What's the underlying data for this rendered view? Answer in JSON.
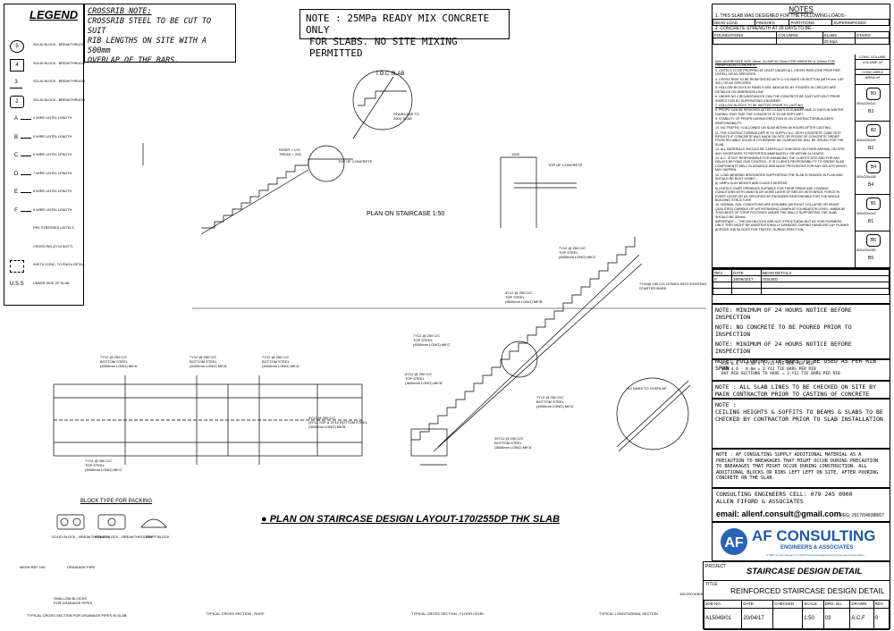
{
  "legend": {
    "title": "LEGEND",
    "items": [
      {
        "symbol": "5",
        "shape": "circle",
        "label": "SOLID BLOCK - BREAKTHRUGH"
      },
      {
        "symbol": "4",
        "shape": "square",
        "label": "SOLID BLOCK - BREAKTHRUGH"
      },
      {
        "symbol": "3",
        "shape": "triangle",
        "label": "SOLID BLOCK - BREAKTHRUGH"
      },
      {
        "symbol": "2",
        "shape": "hexagon",
        "label": "SOLID BLOCK - BREAKTHRUGH"
      },
      {
        "symbol": "A",
        "shape": "line",
        "label": "4 WIRE LINTEL LENGTH"
      },
      {
        "symbol": "B",
        "shape": "line",
        "label": "5 WIRE LINTEL LENGTH"
      },
      {
        "symbol": "C",
        "shape": "line",
        "label": "6 WIRE LINTEL LENGTH"
      },
      {
        "symbol": "D",
        "shape": "line",
        "label": "7 WIRE LINTEL LENGTH"
      },
      {
        "symbol": "E",
        "shape": "line",
        "label": "8 WIRE LINTEL LENGTH"
      },
      {
        "symbol": "F",
        "shape": "line",
        "label": "9 WIRE LINTEL LENGTH"
      },
      {
        "symbol": "",
        "shape": "dots",
        "label": "PRE STRESSED LINTELS"
      },
      {
        "symbol": "",
        "shape": "cross",
        "label": "CROSS RIB (2Y10 BOTT)"
      },
      {
        "symbol": "",
        "shape": "rect",
        "label": "INSITU CONC. TO ENG's DETAIL"
      },
      {
        "symbol": "U.S.S",
        "shape": "text",
        "label": "UNDER SIDE OF SLAB"
      }
    ]
  },
  "crossrib_note": {
    "title": "CROSSRIB NOTE:",
    "lines": [
      "CROSSRIB STEEL TO BE CUT TO SUIT",
      "RIB LENGTHS ON SITE WITH A 500mm",
      "OVERLAP OF THE BARS."
    ]
  },
  "concrete_note": {
    "lines": [
      "NOTE : 25MPa READY MIX CONCRETE ONLY",
      "FOR SLABS. NO SITE MIXING PERMITTED"
    ]
  },
  "plan_staircase": {
    "toc_label": "T.O.C SLAB",
    "staircase_label": "STAIRCASE TO\n200X SLAB",
    "top_concrete": "TOP OF CONCRETE",
    "riser": "RISER = 170\nTREAD = 250",
    "title": "PLAN ON STAIRCASE 1:50",
    "dim_1500": "1500"
  },
  "section_labels": [
    {
      "key": "a",
      "text": "7Y12 @ 250 C/C\nTOP STEEL\n(4500mm LONG) MK'C'"
    },
    {
      "key": "b",
      "text": "8Y12 @ 250 C/C\nTOP STEEL\n(3600mm LONG) MK'B'"
    },
    {
      "key": "c",
      "text": "7Y12 @ 250 C/C\nTOP STEEL\n(4500mm LONG) MK'C'"
    },
    {
      "key": "d",
      "text": "6Y12 @ 250 C/C\nTOP STEEL\n(3600mm LONG) MK'B'"
    },
    {
      "key": "e",
      "text": "7Y12 @ 250 C/C\nBOTTOM STEEL\n(4500mm LONG) MK'A'"
    },
    {
      "key": "f",
      "text": "20Y12 @ 250 C/C\nBOTTOM STEEL\n(3600mm LONG) MK'A'"
    },
    {
      "key": "g",
      "text": "7Y10@ 150 C/C DOWEL INTO EXISTING\nSTARTER BARS"
    },
    {
      "key": "h",
      "text": "Y12 BARS TO OVERLAP"
    }
  ],
  "plan_rebar_labels": [
    {
      "key": "p1",
      "text": "7Y12 @ 250 C/C\nBOTTOM STEEL\n(4500mm LONG) MK'A'"
    },
    {
      "key": "p2",
      "text": "7Y12 @ 250 C/C\nBOTTOM STEEL\n(4500mm LONG) MK'A'"
    },
    {
      "key": "p3",
      "text": "7Y12 @ 250 C/C\nBOTTOM STEEL\n(4500mm LONG) MK'A'"
    },
    {
      "key": "p4",
      "text": "3Y12 @ 250 C/C\n(4Y12 TOP & 3Y12 BOTTOM STEEL\n(3600mm LONG) MK'B'"
    },
    {
      "key": "p5",
      "text": "7Y12 @ 250 C/C\nTOP STEEL\n(4500mm LONG) MK'C'"
    }
  ],
  "block_type": {
    "title": "BLOCK TYPE FOR PACKING",
    "items": [
      "SOLID BLOCK - BREAKTHROUGH",
      "SOLID BLOCK - BREAKTHROUGH",
      "TRAFF BLOCK"
    ]
  },
  "main_title": "PLAN ON STAIRCASE DESIGN LAYOUT-170/255DP THK SLAB",
  "bottom_sections": [
    {
      "title": "TYPICAL CROSS SECTION FOR DRAINAGE PIPES IN SLAB",
      "labels": [
        "MESH REF 100",
        "DRAINAGE PIPE",
        "SHALLOW BLOCKS\nFOR DRAINAGE PIPES"
      ]
    },
    {
      "title": "TYPICAL CROSS SECTION - ROOF",
      "labels": []
    },
    {
      "title": "TYPICAL CROSS SECTION - FLOOR LEVEL",
      "labels": []
    },
    {
      "title": "TYPICAL LONGITUDINAL SECTION",
      "labels": [
        "150-200 WIDE"
      ]
    }
  ],
  "notes": {
    "title": "NOTES",
    "items": [
      "1. THIS SLAB WAS DESIGNED FOR THE FOLLOWING LOADS:-",
      "2. CONCRETE STRENGTH AT 28 DAYS TO BE:-"
    ],
    "load_headers": [
      "DEAD LOAD",
      "FINISHES",
      "PARTITIONS",
      "SUPERIMPOSED"
    ],
    "strength_headers": [
      "FOUNDATIONS",
      "COLUMNS",
      "SLABS",
      "STAIRS"
    ],
    "strength_value": "25 Mpa",
    "body": [
      "MAX AGGREGATE SIZE 19mm, SLUMP 50-75mm FOR VIBRATED & 100mm FOR HANDPLACED CONCRETE.",
      "3. LINTELS TO BE PROPPED AT LEAST UNDER ALL CROSS RIBS (ONE PROP PER LINTEL) OR AS SPECIFIED",
      "4. CROSS RIBS TO BE REINFORCED WITH 2-Y10 BARS ON BOTTOM (WITH min. LAP 400 ) OR AS SPECIFIED.",
      "5. HOLLOW BLOCKS IN PANELS ARE INDICATED BY FIGURES IN CIRCLES ARE DETAILED ON DIMENSION LINE",
      "6. UNDER NO CIRCUMSTANCES CAN THE CONCRETE BE CAST WITHOUT PRIOR INSPECTION BY SUPERVISING ENGINEER.",
      "7. HOLLOW BLOCKS TO BE WETTED PRIOR TO CASTING.",
      "8. PROPS CAN BE REMOVED AFTER 14 DAYS IN SUMMER AND 21 DAYS IN WINTER DURING THAT TIME THE CONCRETE IS TO BE KEPT WET.",
      "9. STABILITY OF PROPS DURING ERECTION IS ON CONTRACTOR/BUILDERS RESPONSIBILITY.",
      "10. NO TRAFFIC IS ALLOWED ON SLAB WITHIN 48 HOURS AFTER CASTING.",
      "11. THE CONTRACTOR/BUILDER IS TO SUPPLY A.C. WITH CONCRETE CUBE TEST RESULTS IF CONCRETE WAS MADE ON SITE OR PROOF OF CONCRETE ORDER FROM RELIABLE SOURCE OTHERWISE NO GUARANTEE WILL BE ISSUED FOR THE SLAB.",
      "12. ALL MATERIALS SHOULD BE CAREFULLY CHECKED ON THEIR ARRIVAL ON SITE. ANY SHORTAGES TO REPORTED IMMEDIATELY OR WITHIN 24 HOURS.",
      "13. A.C. IS NOT RESPONSIBLE FOR MANAGING THE CLIENTS SITE AND FOR ANY DELAYS BEYOND OUR CONTROL. IT IS CLIENTS RESPONSIBILITY TO ORDER SLAB COMPONENTS WELL IN ADVANCE AND MAKE PROVISIONS FOR ANY DELAYS WHICH MAY HAPPEN.",
      "14. LOAD BEARING BRICKWORK SUPPORTING THE SLAB IS SHADED IN PLAN AND SHOULD BE BUILT USING :-",
      "a) 14MPa CLAY BRICKS AND CLASS II MORTAR.",
      "b) LINTELS OVER OPENINGS SUITABLE FOR THEIR SPANS AND LOADING CONDITIONS WITH 4/5/6/7/8 OR MORE LAYER OF BRICKS WITH BRICK FORCE IN EVERY LAYER OR AS SPECIFIED BY ENGINEER RESPONSIBLE FOR THE WHOLE BUILDING STRUCTURE.",
      "15. NORMAL SOIL CONDITIONS ARE ASSUMED (WITHOUT COLLAPSE OR HEAVE QUALITIES) CAPABLE OF WITHSTANDING 150kPa AT FOUNDATION LEVEL. MINIMUM THICKNESS OF STRIP FOOTINGS UNDER THE WALLS SUPPORTING THE SLAB SHOULD BE 300mm.",
      "IMPORTANT — THE ASH BLOCKS ARE NOT STRUCTURAL BUT AS VOID FORMERS ONLY. THEY MIGHT BE UNINTENTIONALLY DAMAGED DURING HANDLING LAY PLANKS ACROSS THE BLOCKS FOR TRAFFIC DURING ERECTION."
    ]
  },
  "block_side": {
    "headers": [
      "CONC.VOLUME",
      "VOLUME m³",
      "CONC.AREA",
      "AREA m²"
    ],
    "blocks": [
      {
        "code": "B3",
        "size": "500x220x110",
        "name": "B3"
      },
      {
        "code": "B2",
        "size": "500x220x150",
        "name": "B2"
      },
      {
        "code": "B4",
        "size": "500x220x185",
        "name": "B4"
      },
      {
        "code": "B1",
        "size": "500x220x240",
        "name": "B1"
      },
      {
        "code": "B5",
        "size": "500x220x280",
        "name": "B5"
      }
    ]
  },
  "revision": {
    "headers": [
      "REV",
      "DATE",
      "BEAM DETAILS"
    ],
    "row": [
      "0",
      "18/06/2017",
      "ISSUED"
    ]
  },
  "inspection_notes": [
    "NOTE: MINIMUM OF 24 HOURS NOTICE BEFORE INSPECTION",
    "NOTE: NO CONCRETE TO BE POURED PRIOR TO INSPECTION",
    "NOTE: MINIMUM OF 24 HOURS NOTICE BEFORE INSPECTION",
    "NOTE: FOLLOWING TIE-BARS TO BE USED AS PER RIB SPAN"
  ],
  "rib_bars": [
    "RIB 0.0 - 4.5m        = 1-Y12 TIE BAR PER RIB",
    "RIB 4.6 - 8.0m        = 2-Y12 TIE BARS PER RIB",
    "BUT RIB SECTIONS TO HAVE = 2-Y12 TIE BARS PER RIB"
  ],
  "slab_lines_note": [
    "NOTE : ALL SLAB LINES TO BE CHECKED ON SITE BY",
    "MAIN CONTRACTOR PRIOR TO CASTING OF CONCRETE"
  ],
  "ceiling_note": [
    "NOTE :",
    "CEILING HEIGHTS & SOFFITS TO BEAMS & SLABS TO BE",
    "CHECKED BY CONTRACTOR PRIOR TO SLAB INSTALLATION"
  ],
  "af_note": "NOTE : AF CONSULTING SUPPLY ADDITIONAL MATERIAL AS A PRECAUTION TO BREAKAGES THAT MIGHT OCCUR DURING PRECAUTION TO BREAKAGES THAT MIGHT OCCUR DURING CONSTRUCTION. ALL ADDITIONAL BLOCKS OR RIBS LEFT LEFT ON SITE, AFTER POURING CONCRETE ON THE SLAB.",
  "consulting": {
    "line1": "CONSULTING ENGINEERS  CELL: 079 245 0900",
    "line2": "ALLEN FIFORD & ASSOCIATES",
    "email": "email: allenf.consult@gmail.com",
    "reg": "REG: 2017/048388/07"
  },
  "logo": {
    "name": "AF CONSULTING",
    "sub": "ENGINEERS & ASSOCIATES",
    "tagline": "A Tailor to Your Designs in Civil & Structural Engineering Component & Assemblies"
  },
  "title_block": {
    "project_label": "PROJECT",
    "project": "STAIRCASE DESIGN DETAIL",
    "title_label": "TITLE",
    "title": "REINFORCED STAIRCASE DESIGN DETAIL",
    "headers": [
      "JOB NO.",
      "DATE",
      "CHECKED",
      "SCALE",
      "DRG. No.",
      "DRAWN",
      "REV."
    ],
    "values": [
      "A15049/01",
      "20/04/17",
      "",
      "1:50",
      "03",
      "A.C.F",
      "0"
    ]
  },
  "colors": {
    "accent_blue": "#1e5aa8",
    "logo_bg": "#2a63b5",
    "line": "#000000"
  }
}
